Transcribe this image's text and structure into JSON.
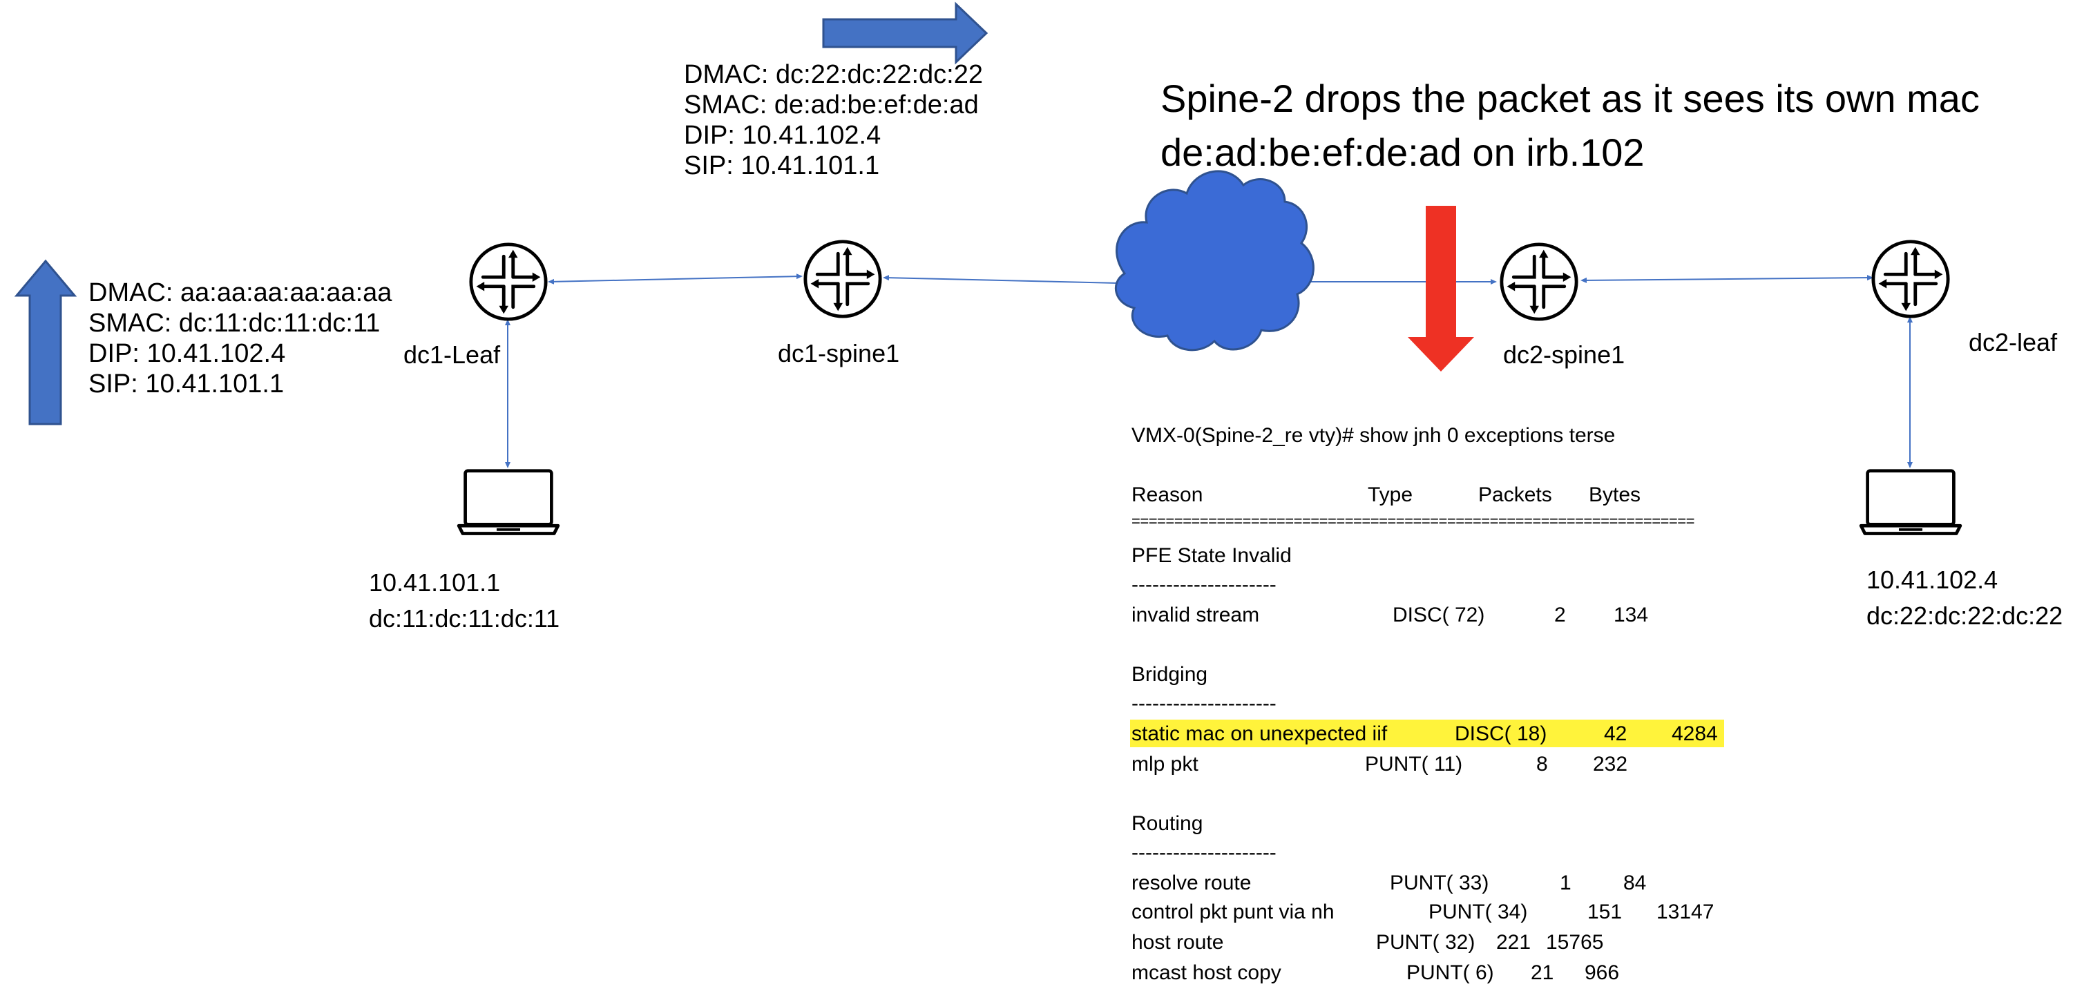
{
  "colors": {
    "arrow_blue": "#4472C4",
    "link_blue": "#4472C4",
    "drop_arrow": "#EE3124",
    "cloud": "#3B6BD6",
    "highlight": "#FFF33B"
  },
  "left_packet": {
    "dmac": "DMAC: aa:aa:aa:aa:aa:aa",
    "smac": "SMAC: dc:11:dc:11:dc:11",
    "dip": "DIP:   10.41.102.4",
    "sip": "SIP:  10.41.101.1"
  },
  "middle_packet": {
    "dmac": "DMAC: dc:22:dc:22:dc:22",
    "smac": "SMAC: de:ad:be:ef:de:ad",
    "dip": "DIP:   10.41.102.4",
    "sip": "SIP:  10.41.101.1"
  },
  "headline": {
    "line1": "Spine-2 drops the packet as it sees its own mac",
    "line2": "de:ad:be:ef:de:ad on irb.102"
  },
  "nodes": {
    "dc1_leaf": "dc1-Leaf",
    "dc1_spine1": "dc1-spine1",
    "dc2_spine1": "dc2-spine1",
    "dc2_leaf": "dc2-leaf"
  },
  "hosts": {
    "left": {
      "ip": "10.41.101.1",
      "mac": "dc:11:dc:11:dc:11"
    },
    "right": {
      "ip": "10.41.102.4",
      "mac": "dc:22:dc:22:dc:22"
    }
  },
  "cli": {
    "prompt": "VMX-0(Spine-2_re vty)# show jnh 0 exceptions terse",
    "headers": [
      "Reason",
      "Type",
      "Packets",
      "Bytes"
    ],
    "rule": "==================================================================",
    "dash": "---------------------",
    "sections": [
      {
        "name": "PFE State Invalid",
        "rows": [
          {
            "reason": "invalid stream",
            "type": "DISC( 72)",
            "packets": "2",
            "bytes": "134"
          }
        ]
      },
      {
        "name": "Bridging",
        "rows": [
          {
            "reason": "static mac on unexpected iif",
            "type": "DISC( 18)",
            "packets": "42",
            "bytes": "4284"
          },
          {
            "reason": "mlp pkt",
            "type": "PUNT( 11)",
            "packets": "8",
            "bytes": "232"
          }
        ]
      },
      {
        "name": "Routing",
        "rows": [
          {
            "reason": "resolve route",
            "type": "PUNT( 33)",
            "packets": "1",
            "bytes": "84"
          },
          {
            "reason": "control pkt punt via nh",
            "type": "PUNT( 34)",
            "packets": "151",
            "bytes": "13147"
          },
          {
            "reason": "host route",
            "type": "PUNT( 32)",
            "packets": "221",
            "bytes": "15765"
          },
          {
            "reason": "mcast host copy",
            "type": "PUNT(  6)",
            "packets": "21",
            "bytes": "966"
          }
        ]
      }
    ]
  }
}
